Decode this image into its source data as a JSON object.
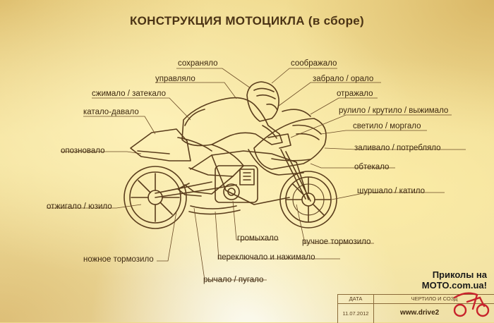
{
  "title": "КОНСТРУКЦИЯ МОТОЦИКЛА (в сборе)",
  "labels": {
    "sohranyalo": "сохраняло",
    "soobrazhalo": "соображало",
    "upravlyalo": "управляло",
    "zabralo": "забрало / орало",
    "szhimalo": "сжимало / затекало",
    "otrazhalo": "отражало",
    "katalo": "катало-давало",
    "rulilo": "рулило / крутило / выжимало",
    "svetilo": "светило / моргало",
    "oposnovalo": "опозновало",
    "zalivalo": "заливало / потребляло",
    "obtekalo": "обтекало",
    "shurshalo": "шуршало / катило",
    "otzhigalo": "отжигало / юзило",
    "gromyhalo": "громыхало",
    "ruchnoe": "ручное тормозило",
    "pereklyuchalo": "переключало и нажимало",
    "nozhnoe": "ножное тормозило",
    "rychalo": "рычало / пугало"
  },
  "stamp": {
    "date_header": "ДАТА",
    "author_header": "ЧЕРТИЛО И СОЗД",
    "date": "11.07.2012",
    "site": "www.drive2"
  },
  "promo": {
    "line1": "Приколы на",
    "line2": "MOTO.com.ua!"
  },
  "colors": {
    "ink": "#3d2810",
    "line": "#5a3d1c",
    "paper": "#f1dc92"
  }
}
